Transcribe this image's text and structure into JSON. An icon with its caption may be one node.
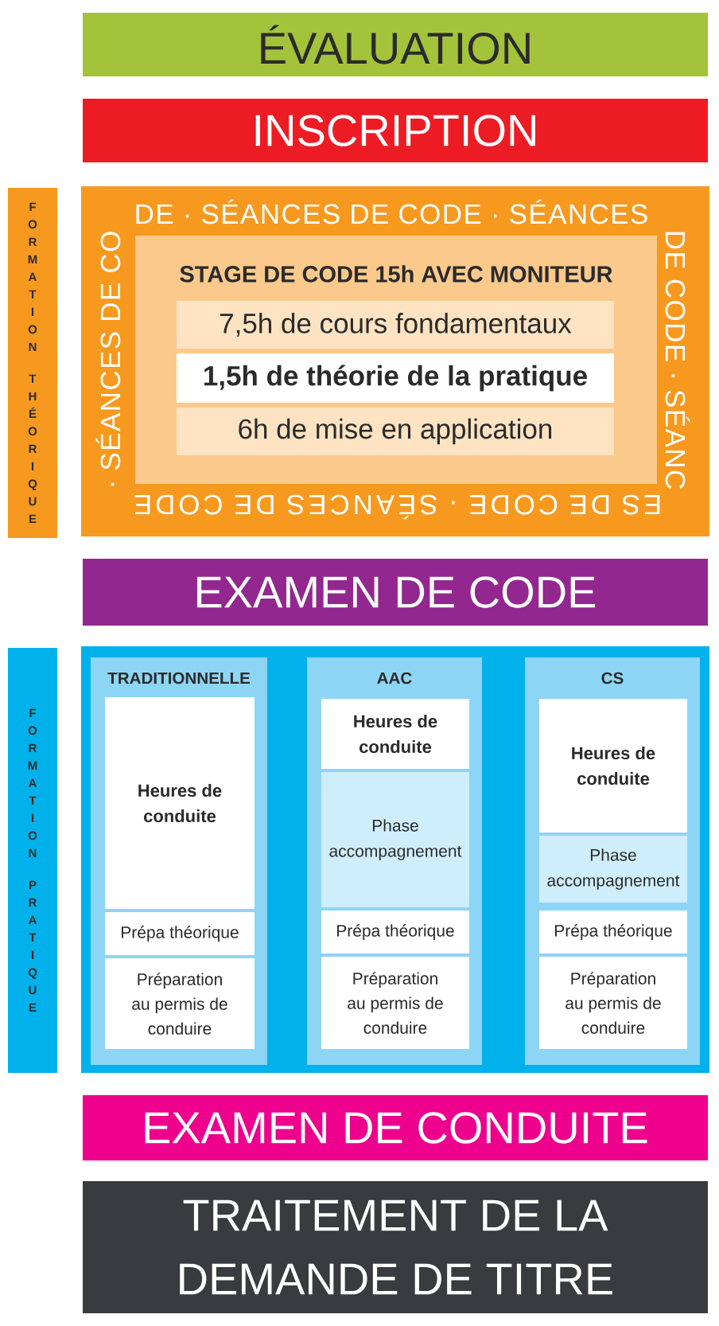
{
  "diagram": {
    "nodes": [
      {
        "text": [
          "ÉVALUATION"
        ]
      },
      {
        "text": [
          "INSCRIPTION"
        ]
      },
      {
        "text": [
          "FORMATION THÉORIQUE"
        ]
      },
      {
        "text": [
          "DE · SÉANCES DE CODE · SÉANCES",
          "DE CODE · SÉANC",
          "ES DE CODE · SÉANCES DE CODE",
          "· SÉANCES DE CO"
        ]
      },
      {
        "text": [
          "STAGE DE CODE 15h AVEC MONITEUR"
        ],
        "in": 3
      },
      {
        "text": [
          "7,5h de cours fondamentaux"
        ],
        "in": 4
      },
      {
        "text": [
          "1,5h de théorie de la pratique"
        ],
        "in": 4
      },
      {
        "text": [
          "6h de mise en application"
        ],
        "in": 4
      },
      {
        "text": [
          "EXAMEN DE CODE"
        ]
      },
      {
        "text": [
          "FORMATION PRATIQUE"
        ]
      },
      {
        "text": [],
        "shape": "box"
      },
      {
        "text": [
          "TRADITIONNELLE"
        ],
        "in": 10
      },
      {
        "text": [
          "Heures de conduite"
        ],
        "in": 11
      },
      {
        "text": [
          "Prépa théorique"
        ],
        "in": 11
      },
      {
        "text": [
          "Préparation au permis de conduire"
        ],
        "in": 11
      },
      {
        "text": [
          "AAC"
        ],
        "in": 10
      },
      {
        "text": [
          "Heures de conduite"
        ],
        "in": 15
      },
      {
        "text": [
          "Phase accompagnement"
        ],
        "in": 15
      },
      {
        "text": [
          "Prépa théorique"
        ],
        "in": 15
      },
      {
        "text": [
          "Préparation au permis de conduire"
        ],
        "in": 15
      },
      {
        "text": [
          "CS"
        ],
        "in": 10
      },
      {
        "text": [
          "Heures de conduite"
        ],
        "in": 20
      },
      {
        "text": [
          "Phase accompagnement"
        ],
        "in": 20
      },
      {
        "text": [
          "Prépa théorique"
        ],
        "in": 20
      },
      {
        "text": [
          "Préparation au permis de conduire"
        ],
        "in": 20
      },
      {
        "text": [
          "EXAMEN DE CONDUITE"
        ]
      },
      {
        "text": [
          "TRAITEMENT DE LA DEMANDE DE TITRE"
        ]
      }
    ]
  }
}
